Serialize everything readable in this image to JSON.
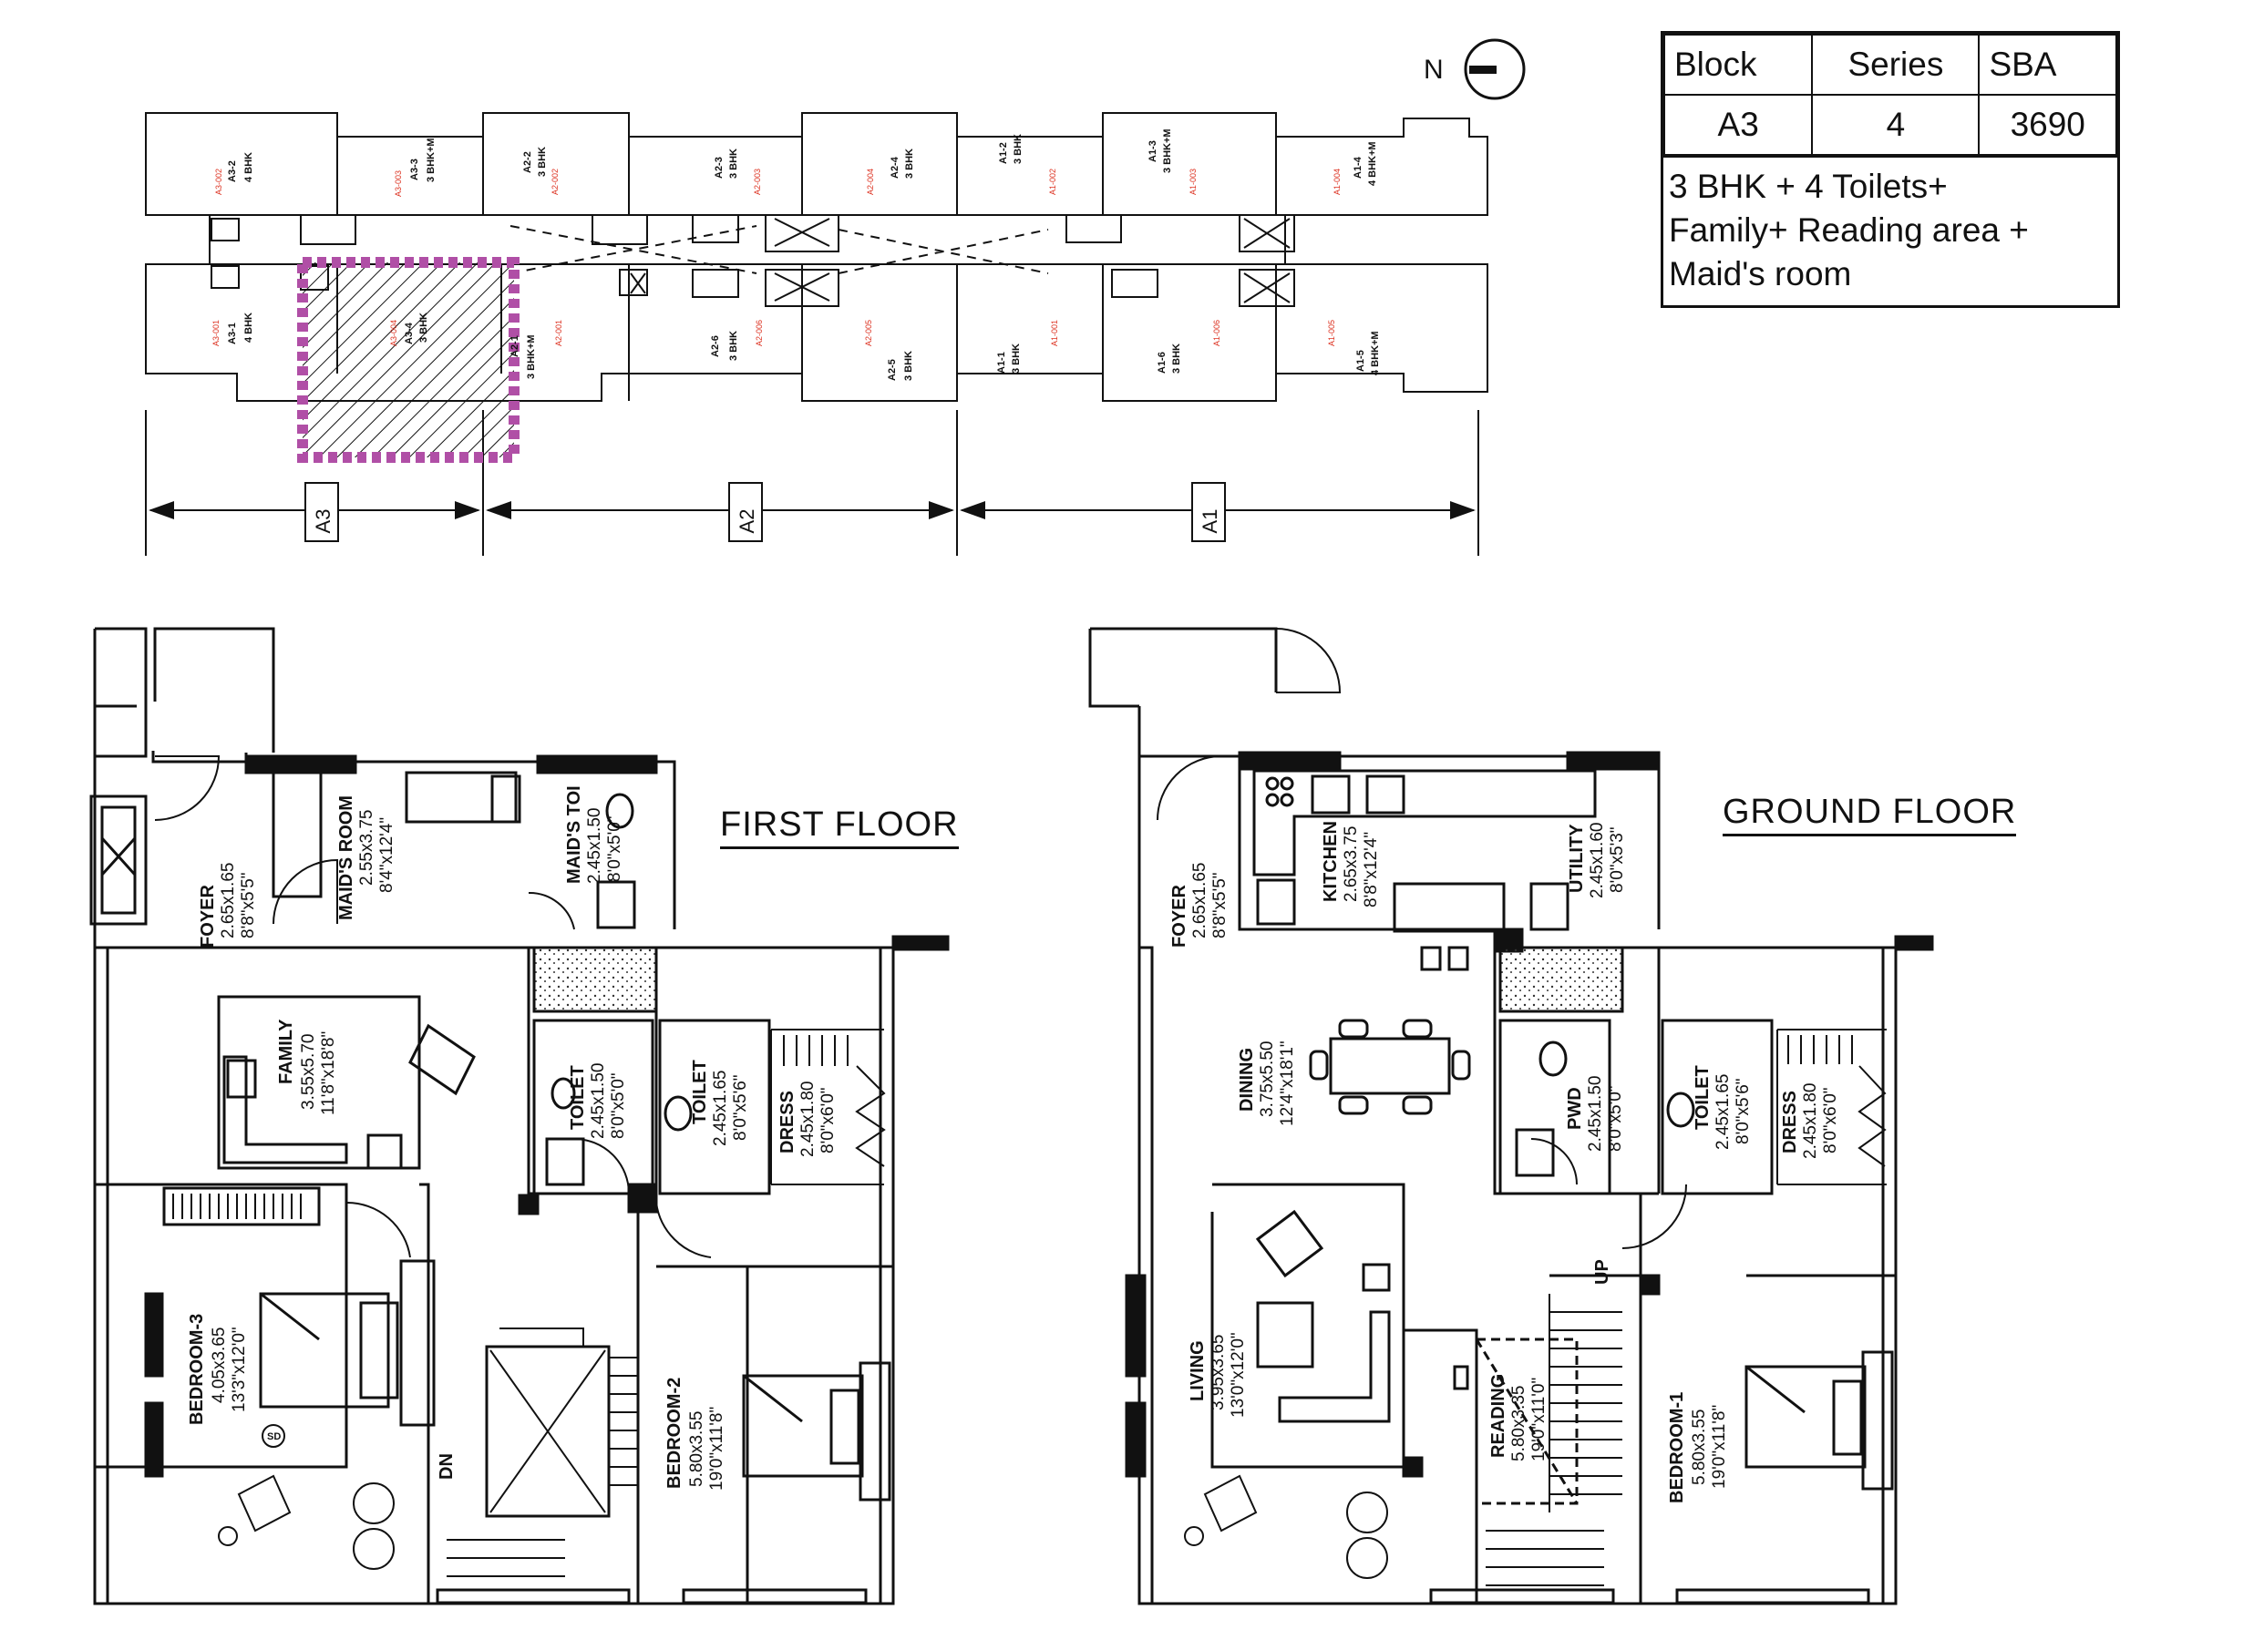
{
  "info_table": {
    "headers": [
      "Block",
      "Series",
      "SBA"
    ],
    "values": [
      "A3",
      "4",
      "3690"
    ],
    "description": [
      "3 BHK + 4 Toilets+",
      "Family+ Reading area +",
      "Maid's room"
    ]
  },
  "key_plan": {
    "north_label": "N",
    "blocks": [
      "A3",
      "A2",
      "A1"
    ],
    "top_units": [
      {
        "code": "A3-2",
        "red": "A3-002",
        "type": "4 BHK"
      },
      {
        "code": "A3-3",
        "red": "A3-003",
        "type": "3 BHK+M"
      },
      {
        "code": "A2-2",
        "red": "A2-002",
        "type": "3 BHK"
      },
      {
        "code": "A2-3",
        "red": "A2-003",
        "type": "3 BHK"
      },
      {
        "code": "A2-4",
        "red": "A2-004",
        "type": "3 BHK"
      },
      {
        "code": "A1-2",
        "red": "A1-002",
        "type": "3 BHK"
      },
      {
        "code": "A1-3",
        "red": "A1-003",
        "type": "3 BHK+M"
      },
      {
        "code": "A1-4",
        "red": "A1-004",
        "type": "4 BHK+M"
      }
    ],
    "bottom_units": [
      {
        "code": "A3-1",
        "red": "A3-001",
        "type": "4 BHK"
      },
      {
        "code": "A3-4",
        "red": "A3-004",
        "type": "3 BHK"
      },
      {
        "code": "A2-1",
        "red": "A2-001",
        "type": "3 BHK+M"
      },
      {
        "code": "A2-6",
        "red": "A2-006",
        "type": "3 BHK"
      },
      {
        "code": "A2-5",
        "red": "A2-005",
        "type": "3 BHK"
      },
      {
        "code": "A1-1",
        "red": "A1-001",
        "type": "3 BHK"
      },
      {
        "code": "A1-6",
        "red": "A1-006",
        "type": "3 BHK"
      },
      {
        "code": "A1-5",
        "red": "A1-005",
        "type": "4 BHK+M"
      }
    ]
  },
  "first_floor": {
    "title": "FIRST FLOOR",
    "rooms": {
      "foyer": [
        "FOYER",
        "2.65x1.65",
        "8'8\"x5'5\""
      ],
      "maids_room": [
        "MAID'S ROOM",
        "2.55x3.75",
        "8'4\"x12'4\""
      ],
      "maids_toi": [
        "MAID'S TOI",
        "2.45x1.50",
        "8'0\"x5'0\""
      ],
      "family": [
        "FAMILY",
        "3.55x5.70",
        "11'8\"x18'8\""
      ],
      "toilet_a": [
        "TOILET",
        "2.45x1.50",
        "8'0\"x5'0\""
      ],
      "toilet_b": [
        "TOILET",
        "2.45x1.65",
        "8'0\"x5'6\""
      ],
      "dress": [
        "DRESS",
        "2.45x1.80",
        "8'0\"x6'0\""
      ],
      "bedroom3": [
        "BEDROOM-3",
        "4.05x3.65",
        "13'3\"x12'0\""
      ],
      "bedroom2": [
        "BEDROOM-2",
        "5.80x3.55",
        "19'0\"x11'8\""
      ]
    },
    "dn_label": "DN",
    "sd_label": "SD"
  },
  "ground_floor": {
    "title": "GROUND FLOOR",
    "rooms": {
      "foyer": [
        "FOYER",
        "2.65x1.65",
        "8'8\"x5'5\""
      ],
      "kitchen": [
        "KITCHEN",
        "2.65x3.75",
        "8'8\"x12'4\""
      ],
      "utility": [
        "UTILITY",
        "2.45x1.60",
        "8'0\"x5'3\""
      ],
      "dining": [
        "DINING",
        "3.75x5.50",
        "12'4\"x18'1\""
      ],
      "pwd": [
        "PWD",
        "2.45x1.50",
        "8'0\"x5'0\""
      ],
      "toilet": [
        "TOILET",
        "2.45x1.65",
        "8'0\"x5'6\""
      ],
      "dress": [
        "DRESS",
        "2.45x1.80",
        "8'0\"x6'0\""
      ],
      "living": [
        "LIVING",
        "3.95x3.65",
        "13'0\"x12'0\""
      ],
      "reading": [
        "READING",
        "5.80x3.35",
        "19'0\"x11'0\""
      ],
      "bedroom1": [
        "BEDROOM-1",
        "5.80x3.55",
        "19'0\"x11'8\""
      ]
    },
    "up_label": "UP"
  },
  "colors": {
    "line": "#111111",
    "highlight": "#b04fa6",
    "tag": "#dd3322"
  }
}
